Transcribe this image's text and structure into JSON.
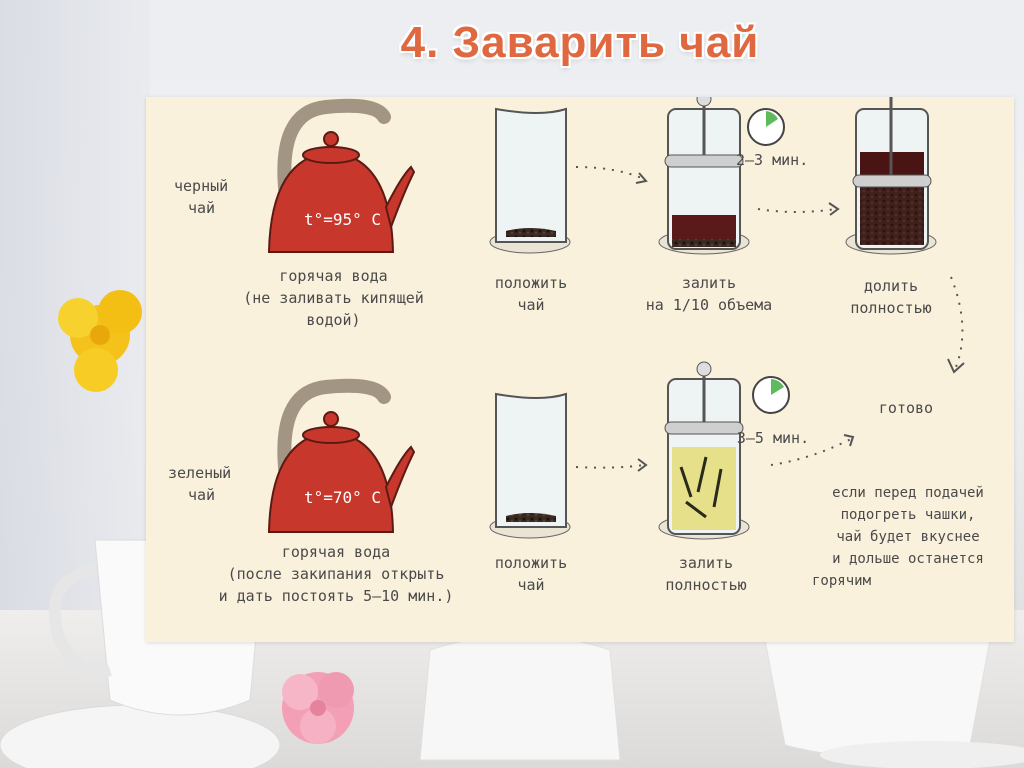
{
  "title": "4. Заварить чай",
  "black_tea": {
    "label_line1": "черный",
    "label_line2": "чай",
    "kettle_temp": "t°=95° C",
    "step1_line1": "горячая вода",
    "step1_line2": "(не заливать кипящей",
    "step1_line3": "водой)",
    "step2_line1": "положить",
    "step2_line2": "чай",
    "step3_line1": "залить",
    "step3_line2": "на 1/10 объема",
    "timer": "2–3 мин.",
    "step4_line1": "долить",
    "step4_line2": "полностью"
  },
  "ready": "готово",
  "green_tea": {
    "label_line1": "зеленый",
    "label_line2": "чай",
    "kettle_temp": "t°=70° C",
    "step1_line1": "горячая вода",
    "step1_line2": "(после закипания открыть",
    "step1_line3": "и дать постоять 5–10 мин.)",
    "step2_line1": "положить",
    "step2_line2": "чай",
    "step3_line1": "залить",
    "step3_line2": "полностью",
    "timer": "3–5 мин."
  },
  "tip": {
    "line1": "если перед подачей",
    "line2": "подогреть чашки,",
    "line3": "чай будет вкуснее",
    "line4": "и дольше останется",
    "line5": "горячим"
  },
  "colors": {
    "title": "#e06840",
    "panel": "#faf1dd",
    "kettle": "#c8372b",
    "handle": "#a39584",
    "black_tea": "#5a1a1a",
    "green_tea": "#e6e08a",
    "text": "#4a4a4a"
  },
  "icons": [
    "kettle-icon",
    "glass-icon",
    "french-press-icon",
    "timer-icon",
    "dotted-arrow-icon"
  ]
}
